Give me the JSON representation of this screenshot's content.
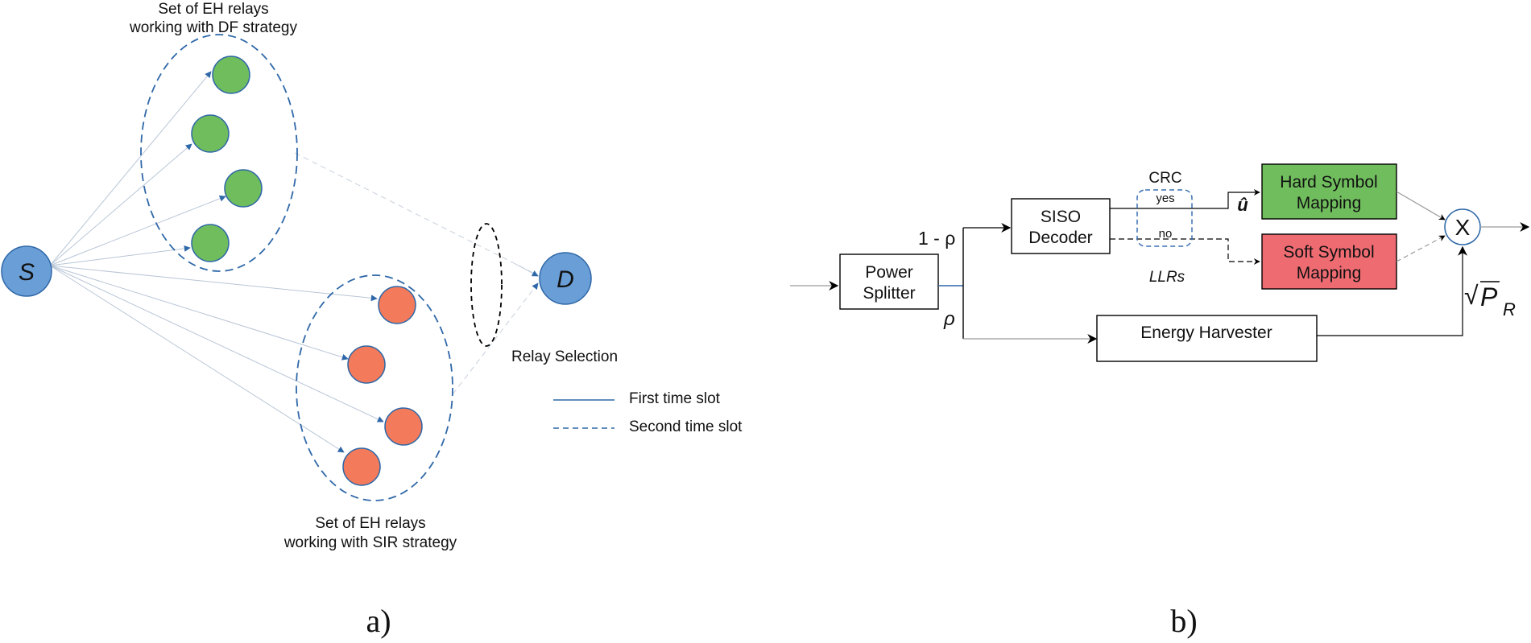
{
  "panel_a": {
    "source_label": "S",
    "destination_label": "D",
    "df_group_title_line1": "Set of EH relays",
    "df_group_title_line2": "working with DF strategy",
    "sir_group_title_line1": "Set of EH relays",
    "sir_group_title_line2": "working with SIR strategy",
    "relay_selection_label": "Relay Selection",
    "legend": {
      "first_label": "First time slot",
      "second_label": "Second time slot"
    },
    "caption": "a)",
    "colors": {
      "node_blue": "#6a9ed6",
      "df_green": "#70bd5d",
      "sir_orange": "#f37a5a",
      "arrow_blue": "#2f68a8"
    }
  },
  "panel_b": {
    "power_splitter_line1": "Power",
    "power_splitter_line2": "Splitter",
    "one_minus_rho": "1 - ρ",
    "rho": "ρ",
    "siso_line1": "SISO",
    "siso_line2": "Decoder",
    "crc_label": "CRC",
    "yes_label": "yes",
    "no_label": "no",
    "llrs_label": "LLRs",
    "u_hat_label": "û",
    "hard_line1": "Hard Symbol",
    "hard_line2": "Mapping",
    "soft_line1": "Soft Symbol",
    "soft_line2": "Mapping",
    "multiplier_label": "X",
    "energy_harvester": "Energy Harvester",
    "sqrt_symbol": "√",
    "power_symbol": "P",
    "power_subscript": "R",
    "caption": "b)",
    "colors": {
      "hard_fill": "#70bd5d",
      "soft_fill": "#ef6b72",
      "crc_dash": "#3a6fb3"
    }
  }
}
